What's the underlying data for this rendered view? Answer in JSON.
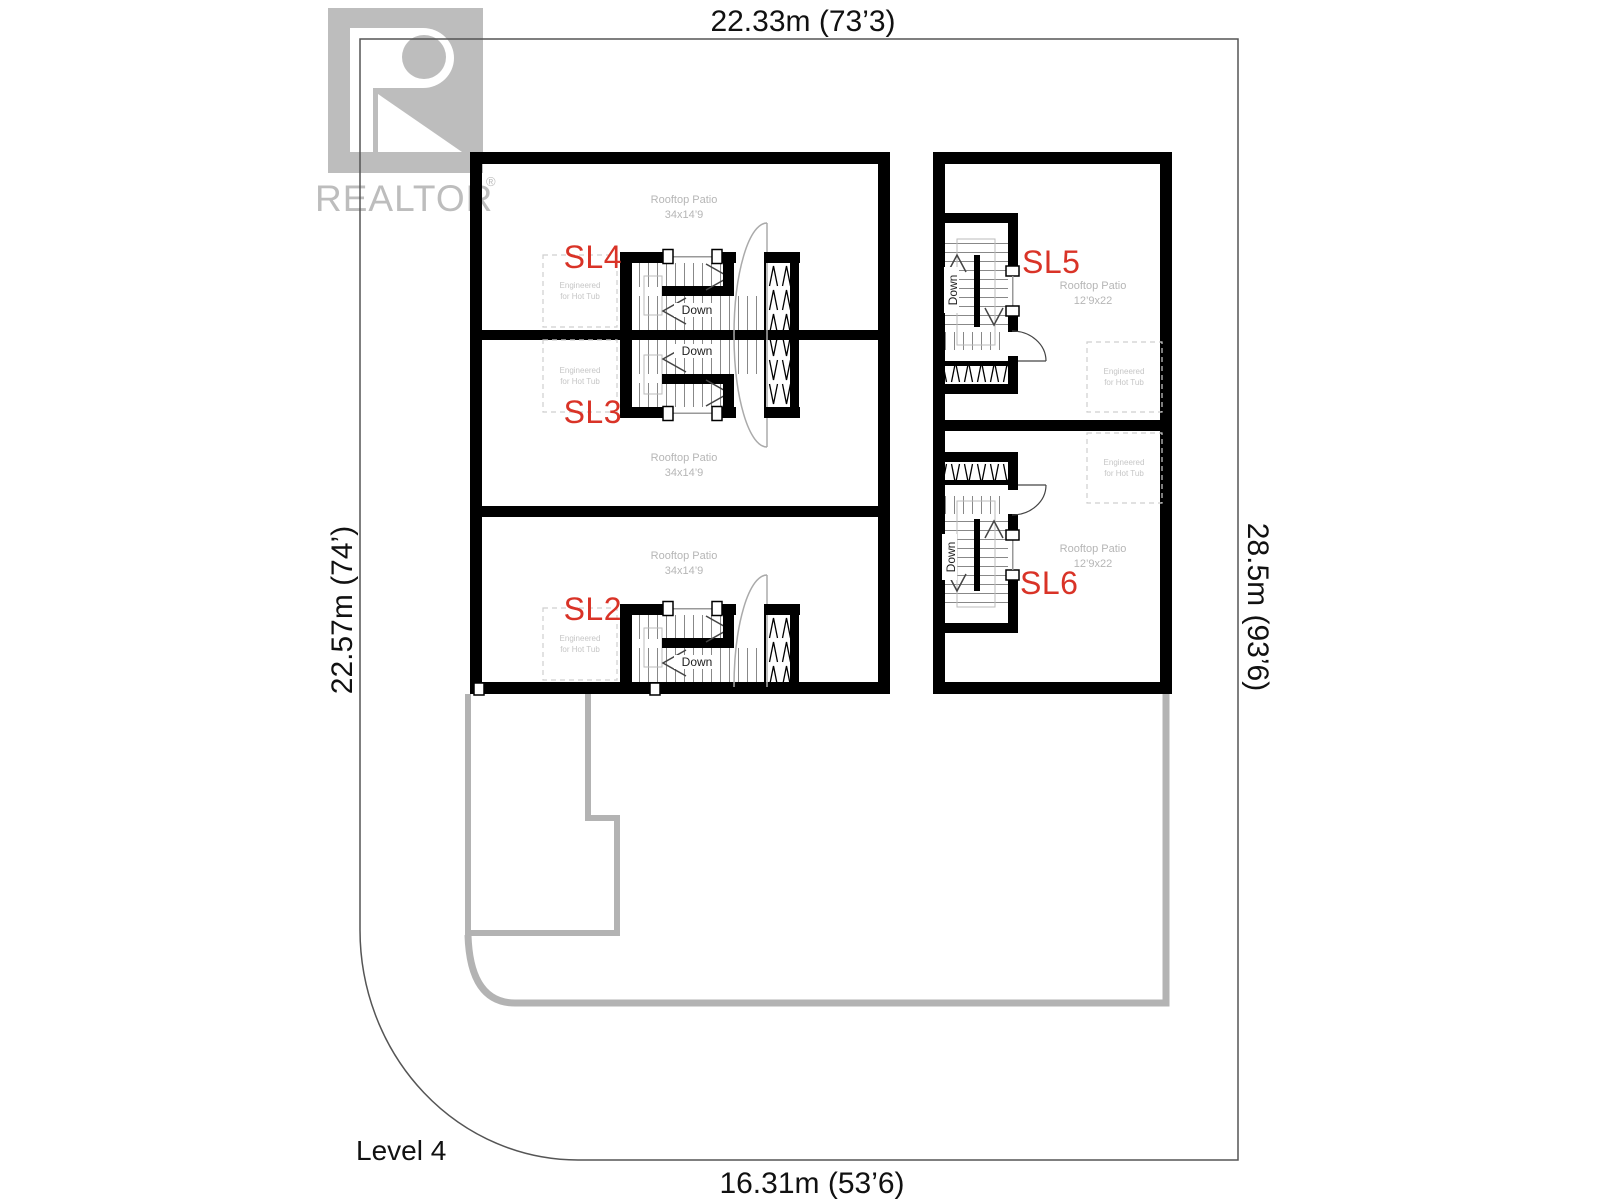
{
  "colors": {
    "unit_label_red": "#d93327",
    "wall_black": "#000000",
    "roof_outline_gray": "#b3b3b3",
    "watermark_gray": "#bdbdbd",
    "muted_text_gray": "#b6b6b6"
  },
  "watermark": {
    "logo_letter": "R",
    "wordmark": "REALTOR",
    "registered_mark": "®"
  },
  "dimensions": {
    "top": "22.33m (73’3)",
    "bottom": "16.31m (53’6)",
    "left": "22.57m (74’)",
    "right": "28.5m (93’6)"
  },
  "level_label": "Level 4",
  "stairs": {
    "down_label": "Down"
  },
  "hot_tub_note": {
    "line1": "Engineered",
    "line2": "for Hot Tub"
  },
  "units": [
    {
      "label": "SL4",
      "patio_name": "Rooftop Patio",
      "patio_size": "34x14’9"
    },
    {
      "label": "SL3",
      "patio_name": "Rooftop Patio",
      "patio_size": "34x14’9"
    },
    {
      "label": "SL2",
      "patio_name": "Rooftop Patio",
      "patio_size": "34x14’9"
    },
    {
      "label": "SL5",
      "patio_name": "Rooftop Patio",
      "patio_size": "12’9x22"
    },
    {
      "label": "SL6",
      "patio_name": "Rooftop Patio",
      "patio_size": "12’9x22"
    }
  ]
}
